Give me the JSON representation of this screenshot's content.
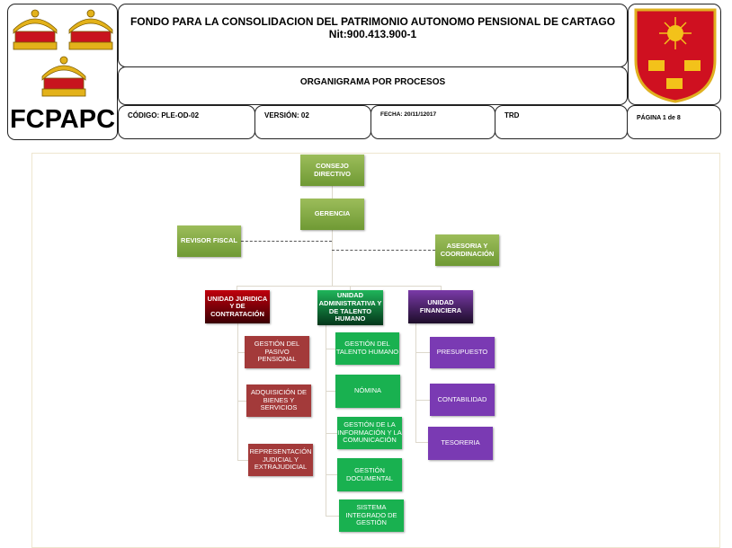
{
  "header": {
    "logo_text": "FCPAPC",
    "title": "FONDO PARA LA CONSOLIDACION DEL PATRIMONIO AUTONOMO PENSIONAL DE CARTAGO",
    "nit": "Nit:900.413.900-1",
    "subtitle": "ORGANIGRAMA POR PROCESOS",
    "codigo": "CÓDIGO: PLE-OD-02",
    "version": "VERSIÓN: 02",
    "fecha": "FECHA: 20/11/12017",
    "trd": "TRD",
    "pagina": "PÁGINA  1 de 8"
  },
  "chart": {
    "consejo": "CONSEJO DIRECTIVO",
    "gerencia": "GERENCIA",
    "revisor": "REVISOR FISCAL",
    "asesoria": "ASESORIA Y COORDINACIÓN",
    "juridica": "UNIDAD JURIDICA Y DE CONTRATACIÓN",
    "admin": "UNIDAD ADMINISTRATIVA Y DE TALENTO HUMANO",
    "financiera": "UNIDAD FINANCIERA",
    "juridica_items": [
      "GESTIÓN DEL PASIVO PENSIONAL",
      "ADQUISICIÓN DE BIENES Y SERVICIOS",
      "REPRESENTACIÓN JUDICIAL Y EXTRAJUDICIAL"
    ],
    "admin_items": [
      "GESTIÓN DEL TALENTO HUMANO",
      "NÓMINA",
      "GESTIÓN DE LA INFORMACIÓN Y LA COMUNICACIÓN",
      "GESTIÓN DOCUMENTAL",
      "SISTEMA INTEGRADO DE GESTIÓN"
    ],
    "financiera_items": [
      "PRESUPUESTO",
      "CONTABILIDAD",
      "TESORERIA"
    ]
  }
}
